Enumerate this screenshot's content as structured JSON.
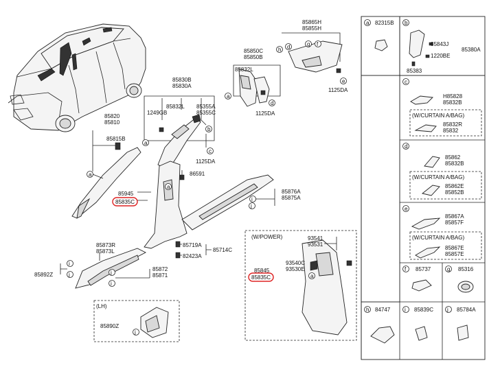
{
  "callouts": {
    "p85820": "85820",
    "p85810": "85810",
    "p85815B": "85815B",
    "p85830B": "85830B",
    "p85830A": "85830A",
    "p85832L_a": "85832L",
    "p1249GB": "1249GB",
    "p85355A": "85355A",
    "p85355C": "85355C",
    "p1125DA_b": "1125DA",
    "p85850C": "85850C",
    "p85850B": "85850B",
    "p85832L_b": "85832L",
    "p1125DA_c": "1125DA",
    "p85865H": "85865H",
    "p85855H": "85855H",
    "p1125DA_e": "1125DA",
    "p86591": "86591",
    "p85945": "85945",
    "p85835C_a": "85835C",
    "p85876A": "85876A",
    "p85875A": "85875A",
    "p85873R": "85873R",
    "p85873L": "85873L",
    "p85892Z": "85892Z",
    "p85872": "85872",
    "p85871": "85871",
    "p85719A": "85719A",
    "p82423A": "82423A",
    "p85714C": "85714C",
    "power_title": "(W/POWER)",
    "p93541": "93541",
    "p93531": "93531",
    "p93540C": "93540C",
    "p93530E": "93530E",
    "p85845": "85845",
    "p85835C_b": "85835C",
    "lh_title": "(LH)",
    "p85890Z": "85890Z"
  },
  "letters": {
    "a": "a",
    "b": "b",
    "c": "c",
    "d": "d",
    "e": "e",
    "f": "f",
    "g": "g",
    "h": "h",
    "i": "i",
    "j": "j"
  },
  "right_table": {
    "a_part": "82315B",
    "b_parts": [
      "85843J",
      "85380A",
      "1220BE",
      "85383"
    ],
    "c_parts": [
      "H85828",
      "85832B"
    ],
    "c_sub_title": "(W/CURTAIN A/BAG)",
    "c_sub_parts": [
      "85832R",
      "85832"
    ],
    "d_parts": [
      "85862",
      "85832B"
    ],
    "d_sub_title": "(W/CURTAIN A/BAG)",
    "d_sub_parts": [
      "85862E",
      "85852B"
    ],
    "e_parts": [
      "85867A",
      "85857F"
    ],
    "e_sub_title": "(W/CURTAIN A/BAG)",
    "e_sub_parts": [
      "85867E",
      "85857E"
    ],
    "f_part": "85737",
    "g_part": "85316",
    "h_part": "84747",
    "i_part": "85839C",
    "j_part": "85784A"
  }
}
